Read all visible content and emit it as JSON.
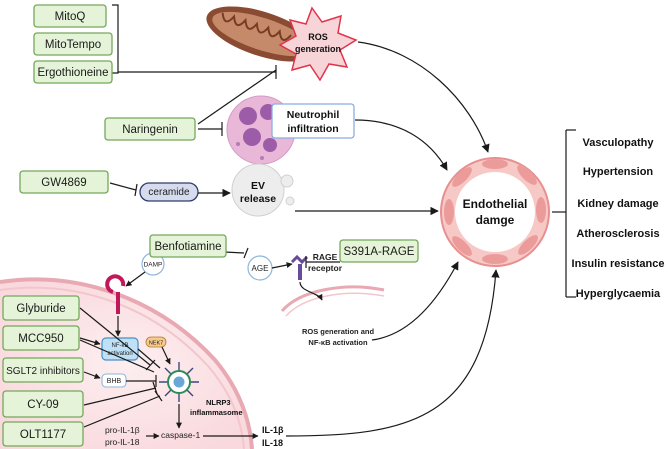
{
  "drugs": {
    "mitoq": "MitoQ",
    "mitotempo": "MitoTempo",
    "ergothioneine": "Ergothioneine",
    "naringenin": "Naringenin",
    "gw4869": "GW4869",
    "benfotiamine": "Benfotiamine",
    "s391a_rage": "S391A-RAGE",
    "glyburide": "Glyburide",
    "mcc950": "MCC950",
    "sglt2": "SGLT2 inhibitors",
    "cy09": "CY-09",
    "olt1177": "OLT1177"
  },
  "labels": {
    "ros_1": "ROS",
    "ros_2": "generation",
    "neutrophil_1": "Neutrophil",
    "neutrophil_2": "infiltration",
    "ceramide": "ceramide",
    "ev_1": "EV",
    "ev_2": "release",
    "endothelial_1": "Endothelial",
    "endothelial_2": "damge",
    "age": "AGE",
    "rage_1": "RAGE",
    "rage_2": "receptor",
    "ros_nfkb_1": "ROS generation and",
    "ros_nfkb_2": "NF-κB activation",
    "damp": "DAMP",
    "nfkb_1": "NF-κB",
    "nfkb_2": "activation",
    "nek7": "NEK7",
    "bhb": "BHB",
    "nlrp3_1": "NLRP3",
    "nlrp3_2": "inflammasome",
    "pro_il1b": "pro-IL-1β",
    "pro_il18": "pro-IL-18",
    "caspase": "caspase-1",
    "il1b": "IL-1β",
    "il18": "IL-18"
  },
  "outcomes": [
    "Vasculopathy",
    "Hypertension",
    "Kidney damage",
    "Atherosclerosis",
    "Insulin resistance",
    "Hyperglycaemia"
  ]
}
